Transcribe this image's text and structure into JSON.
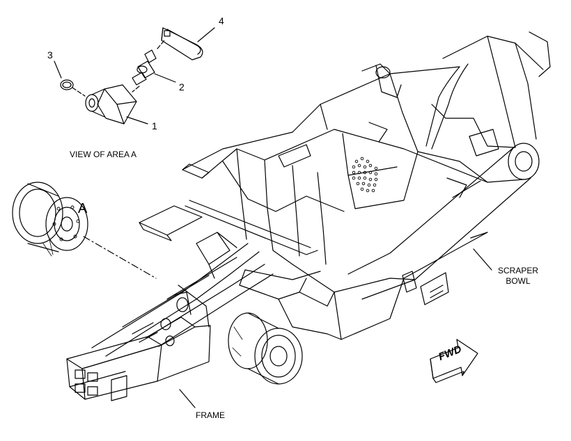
{
  "labels": {
    "callout_1": "1",
    "callout_2": "2",
    "callout_3": "3",
    "callout_4": "4",
    "view_title": "VIEW OF AREA A",
    "area_marker": "A",
    "scraper_line1": "SCRAPER",
    "scraper_line2": "BOWL",
    "frame": "FRAME",
    "fwd": "FWD"
  },
  "colors": {
    "line": "#000000",
    "background": "#ffffff"
  }
}
